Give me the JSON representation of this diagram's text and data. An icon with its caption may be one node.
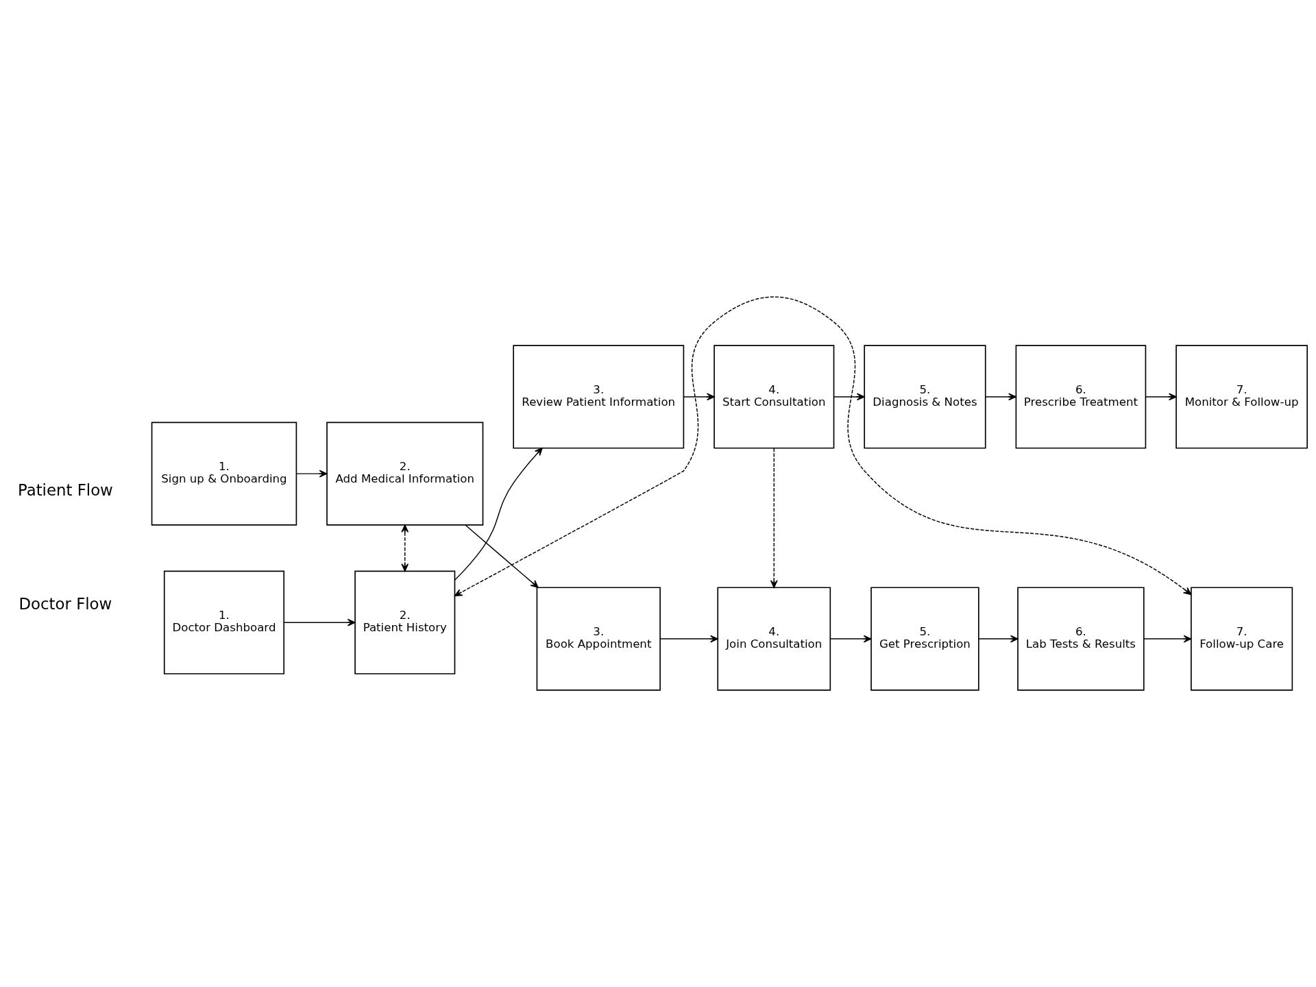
{
  "diagram": {
    "nodes": [
      {
        "text": [
          "1.",
          "Sign up & Onboarding"
        ]
      },
      {
        "text": [
          "2.",
          "Add Medical Information"
        ]
      },
      {
        "text": [
          "3.",
          "Book Appointment"
        ]
      },
      {
        "text": [
          "4.",
          "Join Consultation"
        ]
      },
      {
        "text": [
          "5.",
          "Get Prescription"
        ]
      },
      {
        "text": [
          "6.",
          "Lab Tests & Results"
        ]
      },
      {
        "text": [
          "7.",
          "Follow-up Care"
        ]
      },
      {
        "text": [
          "1.",
          "Doctor Dashboard"
        ]
      },
      {
        "text": [
          "2.",
          "Patient History"
        ]
      },
      {
        "text": [
          "3.",
          "Review Patient Information"
        ]
      },
      {
        "text": [
          "4.",
          "Start Consultation"
        ]
      },
      {
        "text": [
          "5.",
          "Diagnosis & Notes"
        ]
      },
      {
        "text": [
          "6.",
          "Prescribe Treatment"
        ]
      },
      {
        "text": [
          "7.",
          "Monitor & Follow-up"
        ]
      }
    ],
    "edges": [
      {
        "from": 0,
        "to": 1,
        "arrow": "to"
      },
      {
        "from": 1,
        "to": 2,
        "arrow": "to"
      },
      {
        "from": 2,
        "to": 3,
        "arrow": "to"
      },
      {
        "from": 3,
        "to": 4,
        "arrow": "to"
      },
      {
        "from": 4,
        "to": 5,
        "arrow": "to"
      },
      {
        "from": 5,
        "to": 6,
        "arrow": "to"
      },
      {
        "from": 7,
        "to": 8,
        "arrow": "to"
      },
      {
        "from": 8,
        "to": 9,
        "arrow": "to"
      },
      {
        "from": 9,
        "to": 10,
        "arrow": "to"
      },
      {
        "from": 10,
        "to": 11,
        "arrow": "to"
      },
      {
        "from": 11,
        "to": 12,
        "arrow": "to"
      },
      {
        "from": 12,
        "to": 13,
        "arrow": "to"
      },
      {
        "from": 1,
        "to": 8,
        "arrow": "both",
        "style": "dashed"
      },
      {
        "from": 10,
        "to": 3,
        "arrow": "to",
        "style": "dashed"
      },
      {
        "from": 6,
        "to": 8,
        "arrow": "both",
        "style": "dashed"
      }
    ],
    "labels": [
      "Patient Flow",
      "Doctor Flow"
    ]
  }
}
